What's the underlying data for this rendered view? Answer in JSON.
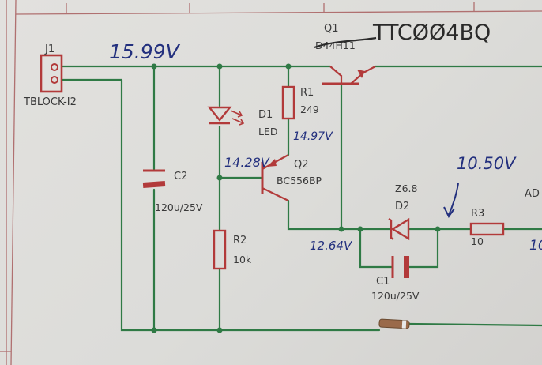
{
  "connector": {
    "ref": "J1",
    "value": "TBLOCK-I2"
  },
  "capacitor_c2": {
    "ref": "C2",
    "value": "120u/25V"
  },
  "led_d1": {
    "ref": "D1",
    "value": "LED"
  },
  "resistor_r1": {
    "ref": "R1",
    "value": "249"
  },
  "transistor_q1": {
    "ref": "Q1",
    "value_crossed": "D44H11",
    "value_handwritten": "TTCØØ4BQ"
  },
  "transistor_q2": {
    "ref": "Q2",
    "value": "BC556BP"
  },
  "resistor_r2": {
    "ref": "R2",
    "value": "10k"
  },
  "zener_d2": {
    "ref": "D2",
    "value": "Z6.8"
  },
  "capacitor_c1": {
    "ref": "C1",
    "value": "120u/25V"
  },
  "resistor_r3": {
    "ref": "R3",
    "value": "10"
  },
  "edge_labels": {
    "ad": "AD",
    "ten": "10"
  },
  "annotations": {
    "input_voltage": "15.99V",
    "r1_voltage": "14.97V",
    "q2_voltage": "14.28V",
    "node_voltage": "12.64V",
    "output_voltage": "10.50V",
    "edge_output": "10."
  },
  "colors": {
    "wire": "#2f7a45",
    "component": "#b23a3a",
    "ink": "#23307e",
    "paper": "#dedcda"
  }
}
